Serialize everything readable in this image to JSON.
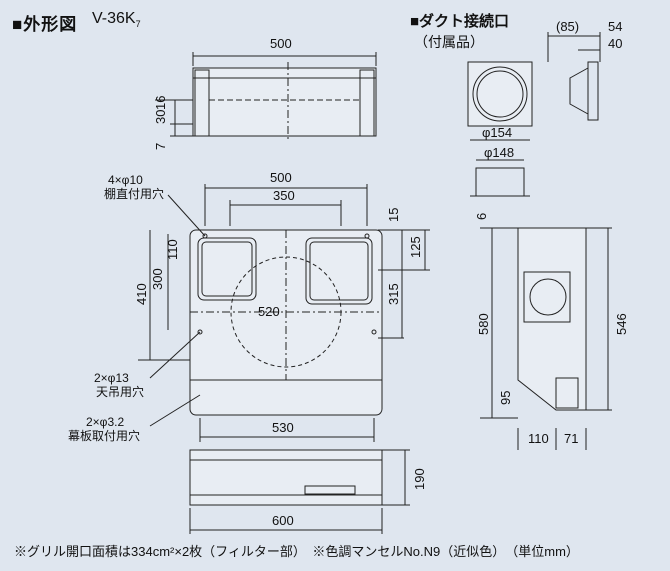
{
  "header": {
    "title": "■外形図",
    "model": "V-36K",
    "model_sub": "7",
    "duct_title": "■ダクト接続口",
    "duct_sub": "（付属品）"
  },
  "dims": {
    "top_width": "500",
    "d30": "30",
    "d16": "16",
    "d7": "7",
    "front_500": "500",
    "front_350": "350",
    "d15": "15",
    "d110": "110",
    "d300": "300",
    "d410": "410",
    "d125": "125",
    "d315": "315",
    "d520": "520",
    "d530": "530",
    "bottom_190": "190",
    "bottom_600": "600",
    "duct_85": "(85)",
    "duct_54": "54",
    "duct_40": "40",
    "phi154": "φ154",
    "phi148": "φ148",
    "side_6": "6",
    "side_580": "580",
    "side_546": "546",
    "side_95": "95",
    "side_110": "110",
    "side_71": "71"
  },
  "labels": {
    "hole_4_phi10": "4×φ10",
    "hole_4_phi10_desc": "棚直付用穴",
    "hole_2_phi13": "2×φ13",
    "hole_2_phi13_desc": "天吊用穴",
    "hole_2_phi32": "2×φ3.2",
    "hole_2_phi32_desc": "幕板取付用穴"
  },
  "footer": {
    "note": "※グリル開口面積は334cm²×2枚（フィルター部）　※色調マンセルNo.N9（近似色）　（単位mm）"
  }
}
